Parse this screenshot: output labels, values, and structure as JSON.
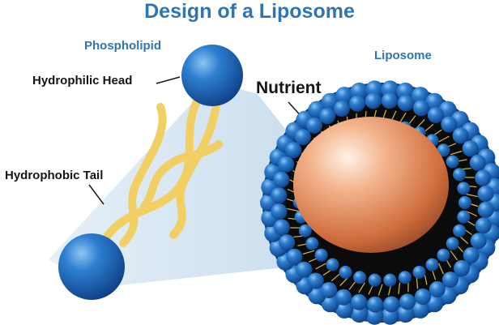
{
  "title": "Design of a Liposome",
  "labels": {
    "phospholipid": "Phospholipid",
    "hydrophilic_head": "Hydrophilic Head",
    "hydrophobic_tail": "Hydrophobic Tail",
    "nutrient": "Nutrient",
    "liposome": "Liposome"
  },
  "colors": {
    "title_blue": "#2f74b5",
    "head_blue": "#1a5fae",
    "tail_yellow": "#f2cf63",
    "core_orange": "#e58a55",
    "label_text": "#151515"
  }
}
